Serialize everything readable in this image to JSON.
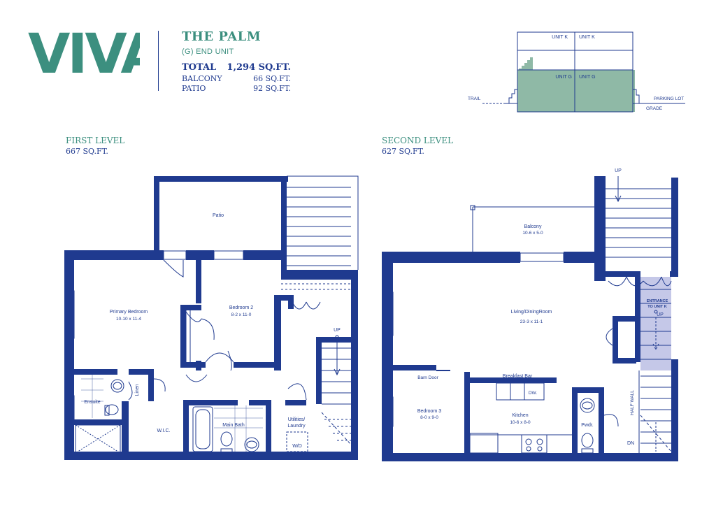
{
  "brand": {
    "logo_text": "VIVA"
  },
  "header": {
    "unit_name": "THE PALM",
    "unit_type": "(G) END UNIT",
    "total_label": "TOTAL",
    "total_value": "1,294 SQ.FT.",
    "balcony_label": "BALCONY",
    "balcony_value": "66 SQ.FT.",
    "patio_label": "PATIO",
    "patio_value": "92 SQ.FT."
  },
  "key_plan": {
    "upper_unit_left": "UNIT K",
    "upper_unit_right": "UNIT K",
    "lower_unit_left": "UNIT G",
    "lower_unit_right": "UNIT G",
    "left_label": "TRAIL",
    "right_label": "PARKING LOT",
    "grade_label": "GRADE"
  },
  "first_level": {
    "title": "FIRST LEVEL",
    "area": "667 SQ.FT.",
    "rooms": {
      "patio": "Patio",
      "primary_bedroom": "Primary Bedroom",
      "primary_bedroom_dim": "10-10 x 11-4",
      "bedroom2": "Bedroom 2",
      "bedroom2_dim": "8-2 x 11-0",
      "ensuite": "Ensuite",
      "linen": "Linen",
      "wic": "W.I.C.",
      "main_bath": "Main Bath",
      "utilities": "Utilities/",
      "laundry": "Laundry",
      "wd": "W/D",
      "stair_up": "UP"
    }
  },
  "second_level": {
    "title": "SECOND LEVEL",
    "area": "627 SQ.FT.",
    "rooms": {
      "balcony": "Balcony",
      "balcony_dim": "10-6 x 5-0",
      "living": "Living/DiningRoom",
      "living_dim": "23-3 x 11-1",
      "barn_door": "Barn Door",
      "bedroom3": "Bedroom 3",
      "bedroom3_dim": "8-0 x 9-0",
      "breakfast_bar": "Breakfast Bar",
      "dw": "DW.",
      "kitchen": "Kitchen",
      "kitchen_dim": "10-6 x 8-0",
      "pwdr": "Pwdr.",
      "half_wall": "HALF WALL",
      "entrance_line1": "ENTRANCE",
      "entrance_line2": "TO UNIT K",
      "stair_up_top": "UP",
      "stair_up_entrance": "UP",
      "stair_dn": "DN"
    }
  },
  "colors": {
    "wall": "#1f3a8f",
    "accent": "#3c8f7f",
    "entrance_fill": "#c5c8e8",
    "keyplan_fill": "#8fb9a6"
  }
}
